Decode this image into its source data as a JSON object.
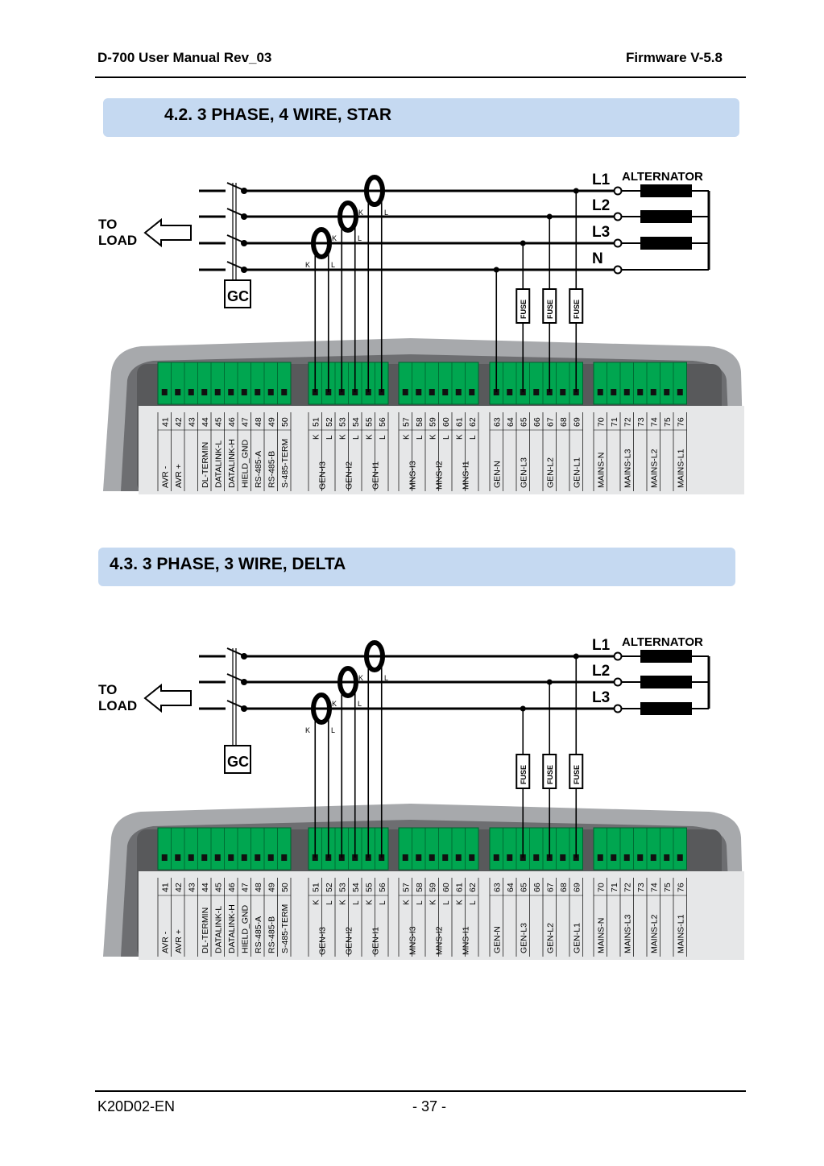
{
  "header": {
    "left": "D-700 User Manual Rev_03",
    "right": "Firmware V-5.8"
  },
  "footer": {
    "left": "K20D02-EN",
    "page": "- 37 -"
  },
  "sections": [
    {
      "title": "4.2. 3 PHASE, 4 WIRE, STAR",
      "lines": [
        "L1",
        "L2",
        "L3",
        "N"
      ]
    },
    {
      "title": "4.3. 3 PHASE, 3 WIRE, DELTA",
      "lines": [
        "L1",
        "L2",
        "L3"
      ]
    }
  ],
  "diagram": {
    "to_load": [
      "TO",
      "LOAD"
    ],
    "gc": "GC",
    "alternator": "ALTERNATOR",
    "fuse": "FUSE",
    "ct_k": "K",
    "ct_l": "L",
    "terminal_groups": [
      {
        "color": "#00a650",
        "items": [
          {
            "n": "41",
            "label": "AVR - "
          },
          {
            "n": "42",
            "label": "AVR + "
          },
          {
            "n": "43",
            "label": ""
          },
          {
            "n": "44",
            "label": "DL-TERMIN"
          },
          {
            "n": "45",
            "label": "DATALINK-L"
          },
          {
            "n": "46",
            "label": "DATALINK-H"
          },
          {
            "n": "47",
            "label": "HIELD_GND"
          },
          {
            "n": "48",
            "label": "RS-485-A"
          },
          {
            "n": "49",
            "label": "RS-485-B"
          },
          {
            "n": "50",
            "label": "S-485-TERM"
          }
        ]
      },
      {
        "color": "#00a650",
        "items": [
          {
            "n": "51",
            "kl": "K"
          },
          {
            "n": "52",
            "kl": "L"
          },
          {
            "n": "53",
            "kl": "K"
          },
          {
            "n": "54",
            "kl": "L"
          },
          {
            "n": "55",
            "kl": "K"
          },
          {
            "n": "56",
            "kl": "L"
          }
        ],
        "pairs": [
          "GEN-I3",
          "GEN-I2",
          "GEN-I1"
        ]
      },
      {
        "color": "#00a650",
        "items": [
          {
            "n": "57",
            "kl": "K"
          },
          {
            "n": "58",
            "kl": "L"
          },
          {
            "n": "59",
            "kl": "K"
          },
          {
            "n": "60",
            "kl": "L"
          },
          {
            "n": "61",
            "kl": "K"
          },
          {
            "n": "62",
            "kl": "L"
          }
        ],
        "pairs": [
          "MNS-I3",
          "MNS-I2",
          "MNS-I1"
        ]
      },
      {
        "color": "#00a650",
        "items": [
          {
            "n": "63",
            "label": "GEN-N"
          },
          {
            "n": "64",
            "label": ""
          },
          {
            "n": "65",
            "label": "GEN-L3"
          },
          {
            "n": "66",
            "label": ""
          },
          {
            "n": "67",
            "label": "GEN-L2"
          },
          {
            "n": "68",
            "label": ""
          },
          {
            "n": "69",
            "label": "GEN-L1"
          }
        ]
      },
      {
        "color": "#00a650",
        "items": [
          {
            "n": "70",
            "label": "MAINS-N"
          },
          {
            "n": "71",
            "label": ""
          },
          {
            "n": "72",
            "label": "MAINS-L3"
          },
          {
            "n": "73",
            "label": ""
          },
          {
            "n": "74",
            "label": "MAINS-L2"
          },
          {
            "n": "75",
            "label": ""
          },
          {
            "n": "76",
            "label": "MAINS-L1"
          }
        ]
      }
    ]
  },
  "colors": {
    "banner": "#c5d9f1",
    "terminal_green": "#00a650",
    "housing_dark": "#6d6e71",
    "housing_light": "#a7a9ac",
    "label_panel": "#e6e7e8"
  }
}
